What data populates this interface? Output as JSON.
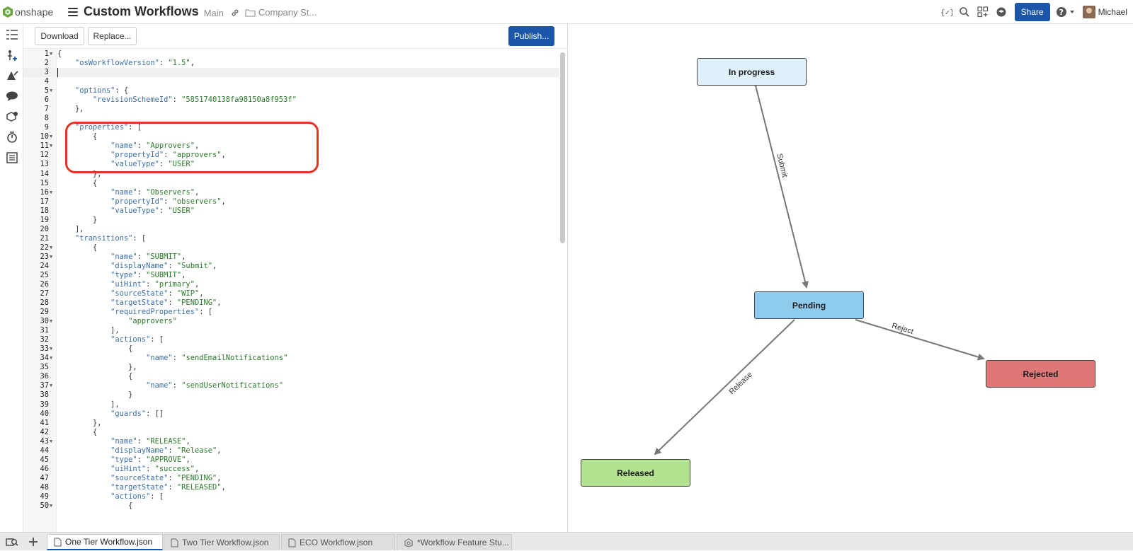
{
  "app": {
    "logo_text": "onshape",
    "doc_title": "Custom Workflows",
    "branch": "Main",
    "folder_label": "Company St...",
    "share_label": "Share",
    "user_name": "Michael"
  },
  "editor": {
    "download_label": "Download",
    "replace_label": "Replace...",
    "publish_label": "Publish...",
    "lines": [
      "{",
      "    \"osWorkflowVersion\": \"1.5\",",
      "",
      "",
      "    \"options\": {",
      "        \"revisionSchemeId\": \"5851740138fa98150a8f953f\"",
      "    },",
      "",
      "    \"properties\": [",
      "        {",
      "            \"name\": \"Approvers\",",
      "            \"propertyId\": \"approvers\",",
      "            \"valueType\": \"USER\"",
      "        },",
      "        {",
      "            \"name\": \"Observers\",",
      "            \"propertyId\": \"observers\",",
      "            \"valueType\": \"USER\"",
      "        }",
      "    ],",
      "    \"transitions\": [",
      "        {",
      "            \"name\": \"SUBMIT\",",
      "            \"displayName\": \"Submit\",",
      "            \"type\": \"SUBMIT\",",
      "            \"uiHint\": \"primary\",",
      "            \"sourceState\": \"WIP\",",
      "            \"targetState\": \"PENDING\",",
      "            \"requiredProperties\": [",
      "                \"approvers\"",
      "            ],",
      "            \"actions\": [",
      "                {",
      "                    \"name\": \"sendEmailNotifications\"",
      "                },",
      "                {",
      "                    \"name\": \"sendUserNotifications\"",
      "                }",
      "            ],",
      "            \"guards\": []",
      "        },",
      "        {",
      "            \"name\": \"RELEASE\",",
      "            \"displayName\": \"Release\",",
      "            \"type\": \"APPROVE\",",
      "            \"uiHint\": \"success\",",
      "            \"sourceState\": \"PENDING\",",
      "            \"targetState\": \"RELEASED\",",
      "            \"actions\": [",
      "                {"
    ]
  },
  "diagram": {
    "states": {
      "in_progress": {
        "label": "In progress",
        "color": "#dff0fa"
      },
      "pending": {
        "label": "Pending",
        "color": "#8ecbef"
      },
      "rejected": {
        "label": "Rejected",
        "color": "#de7878"
      },
      "released": {
        "label": "Released",
        "color": "#b3e290"
      }
    },
    "transitions": {
      "submit": "Submit",
      "reject": "Reject",
      "release": "Release"
    }
  },
  "tabs": [
    {
      "label": "One Tier Workflow.json"
    },
    {
      "label": "Two Tier Workflow.json"
    },
    {
      "label": "ECO Workflow.json"
    },
    {
      "label": "*Workflow Feature Stu..."
    }
  ],
  "colors": {
    "accent": "#1b56a8",
    "highlight": "#e53222"
  }
}
